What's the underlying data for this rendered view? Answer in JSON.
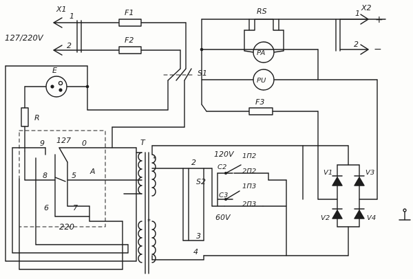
{
  "labels": {
    "x1": "X1",
    "x1_pin1": "1",
    "x1_pin2": "2",
    "mains_voltage": "127/220V",
    "f1": "F1",
    "f2": "F2",
    "f3": "F3",
    "e": "E",
    "r": "R",
    "s1": "S1",
    "t": "T",
    "rs": "RS",
    "pa": "PA",
    "pu": "PU",
    "x2": "X2",
    "x2_pin1": "1",
    "x2_pin2": "2",
    "plus": "+",
    "minus": "−",
    "tap_9": "9",
    "tap_127": "127",
    "tap_0": "0",
    "tap_8": "8",
    "tap_5": "5",
    "a": "A",
    "tap_6": "6",
    "tap_7": "7",
    "tap_220": "220",
    "v120": "120V",
    "v60": "60V",
    "s2": "S2",
    "c2": "C2",
    "c3": "C3",
    "n1p2": "1П2",
    "n2p2": "2П2",
    "n1p3": "1П3",
    "n2p3": "2П3",
    "node2": "2",
    "node3": "3",
    "node4": "4",
    "v1": "V1",
    "v2": "V2",
    "v3": "V3",
    "v4": "V4",
    "sec_start": "*",
    "pri_start": "*"
  }
}
